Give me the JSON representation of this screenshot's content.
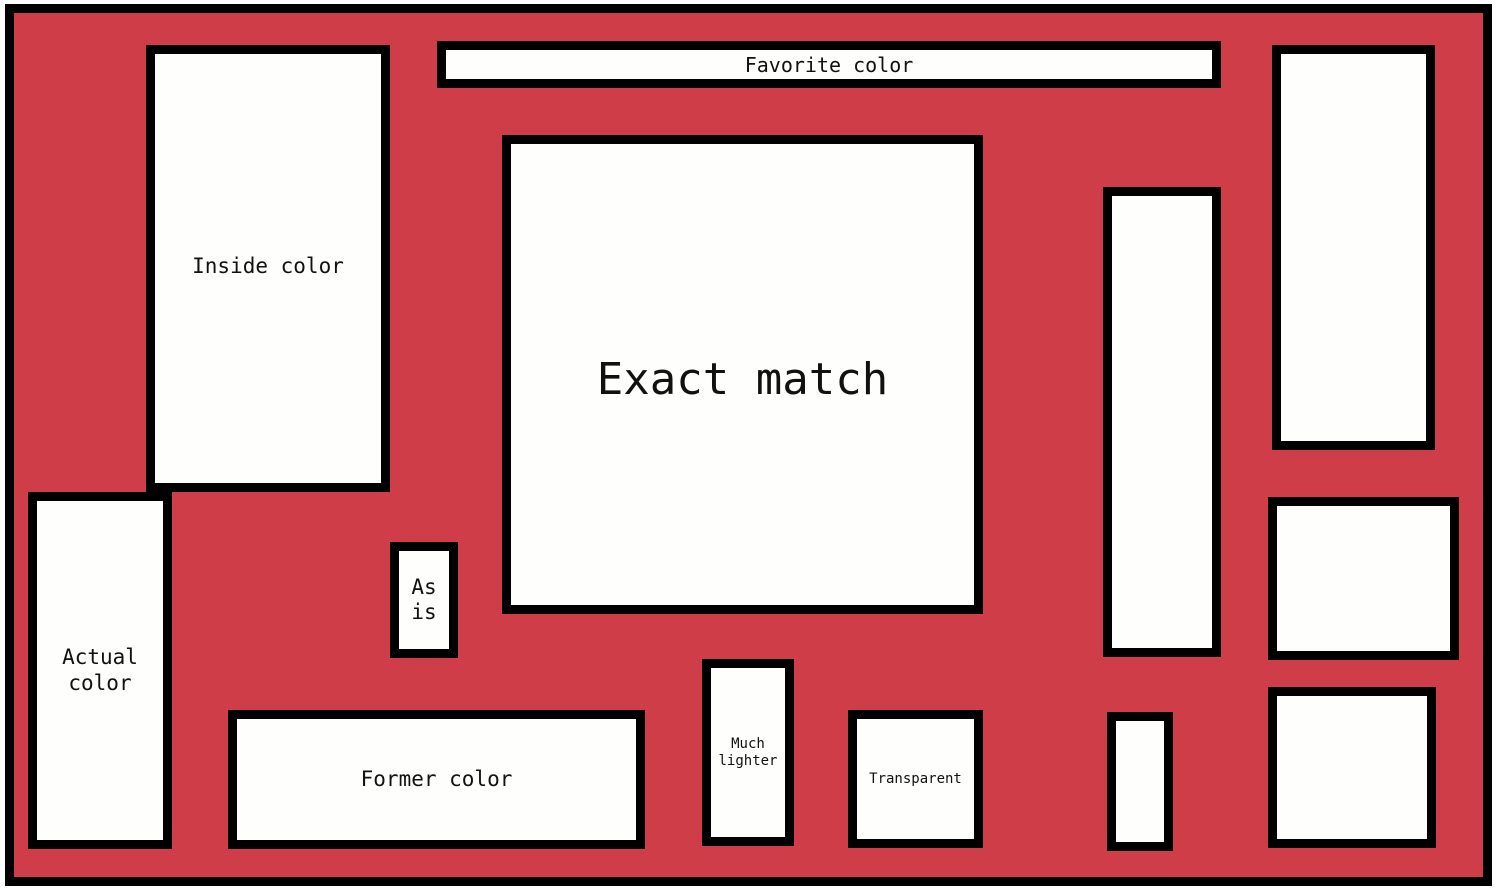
{
  "colors": {
    "background": "#CE3D48",
    "box_fill": "#fefefc",
    "border": "#000000"
  },
  "boxes": {
    "favorite": "Favorite color",
    "inside": "Inside color",
    "exact": "Exact match",
    "as_is": "As\nis",
    "actual": "Actual\ncolor",
    "former": "Former color",
    "much_lighter": "Much\nlighter",
    "transparent": "Transparent"
  }
}
